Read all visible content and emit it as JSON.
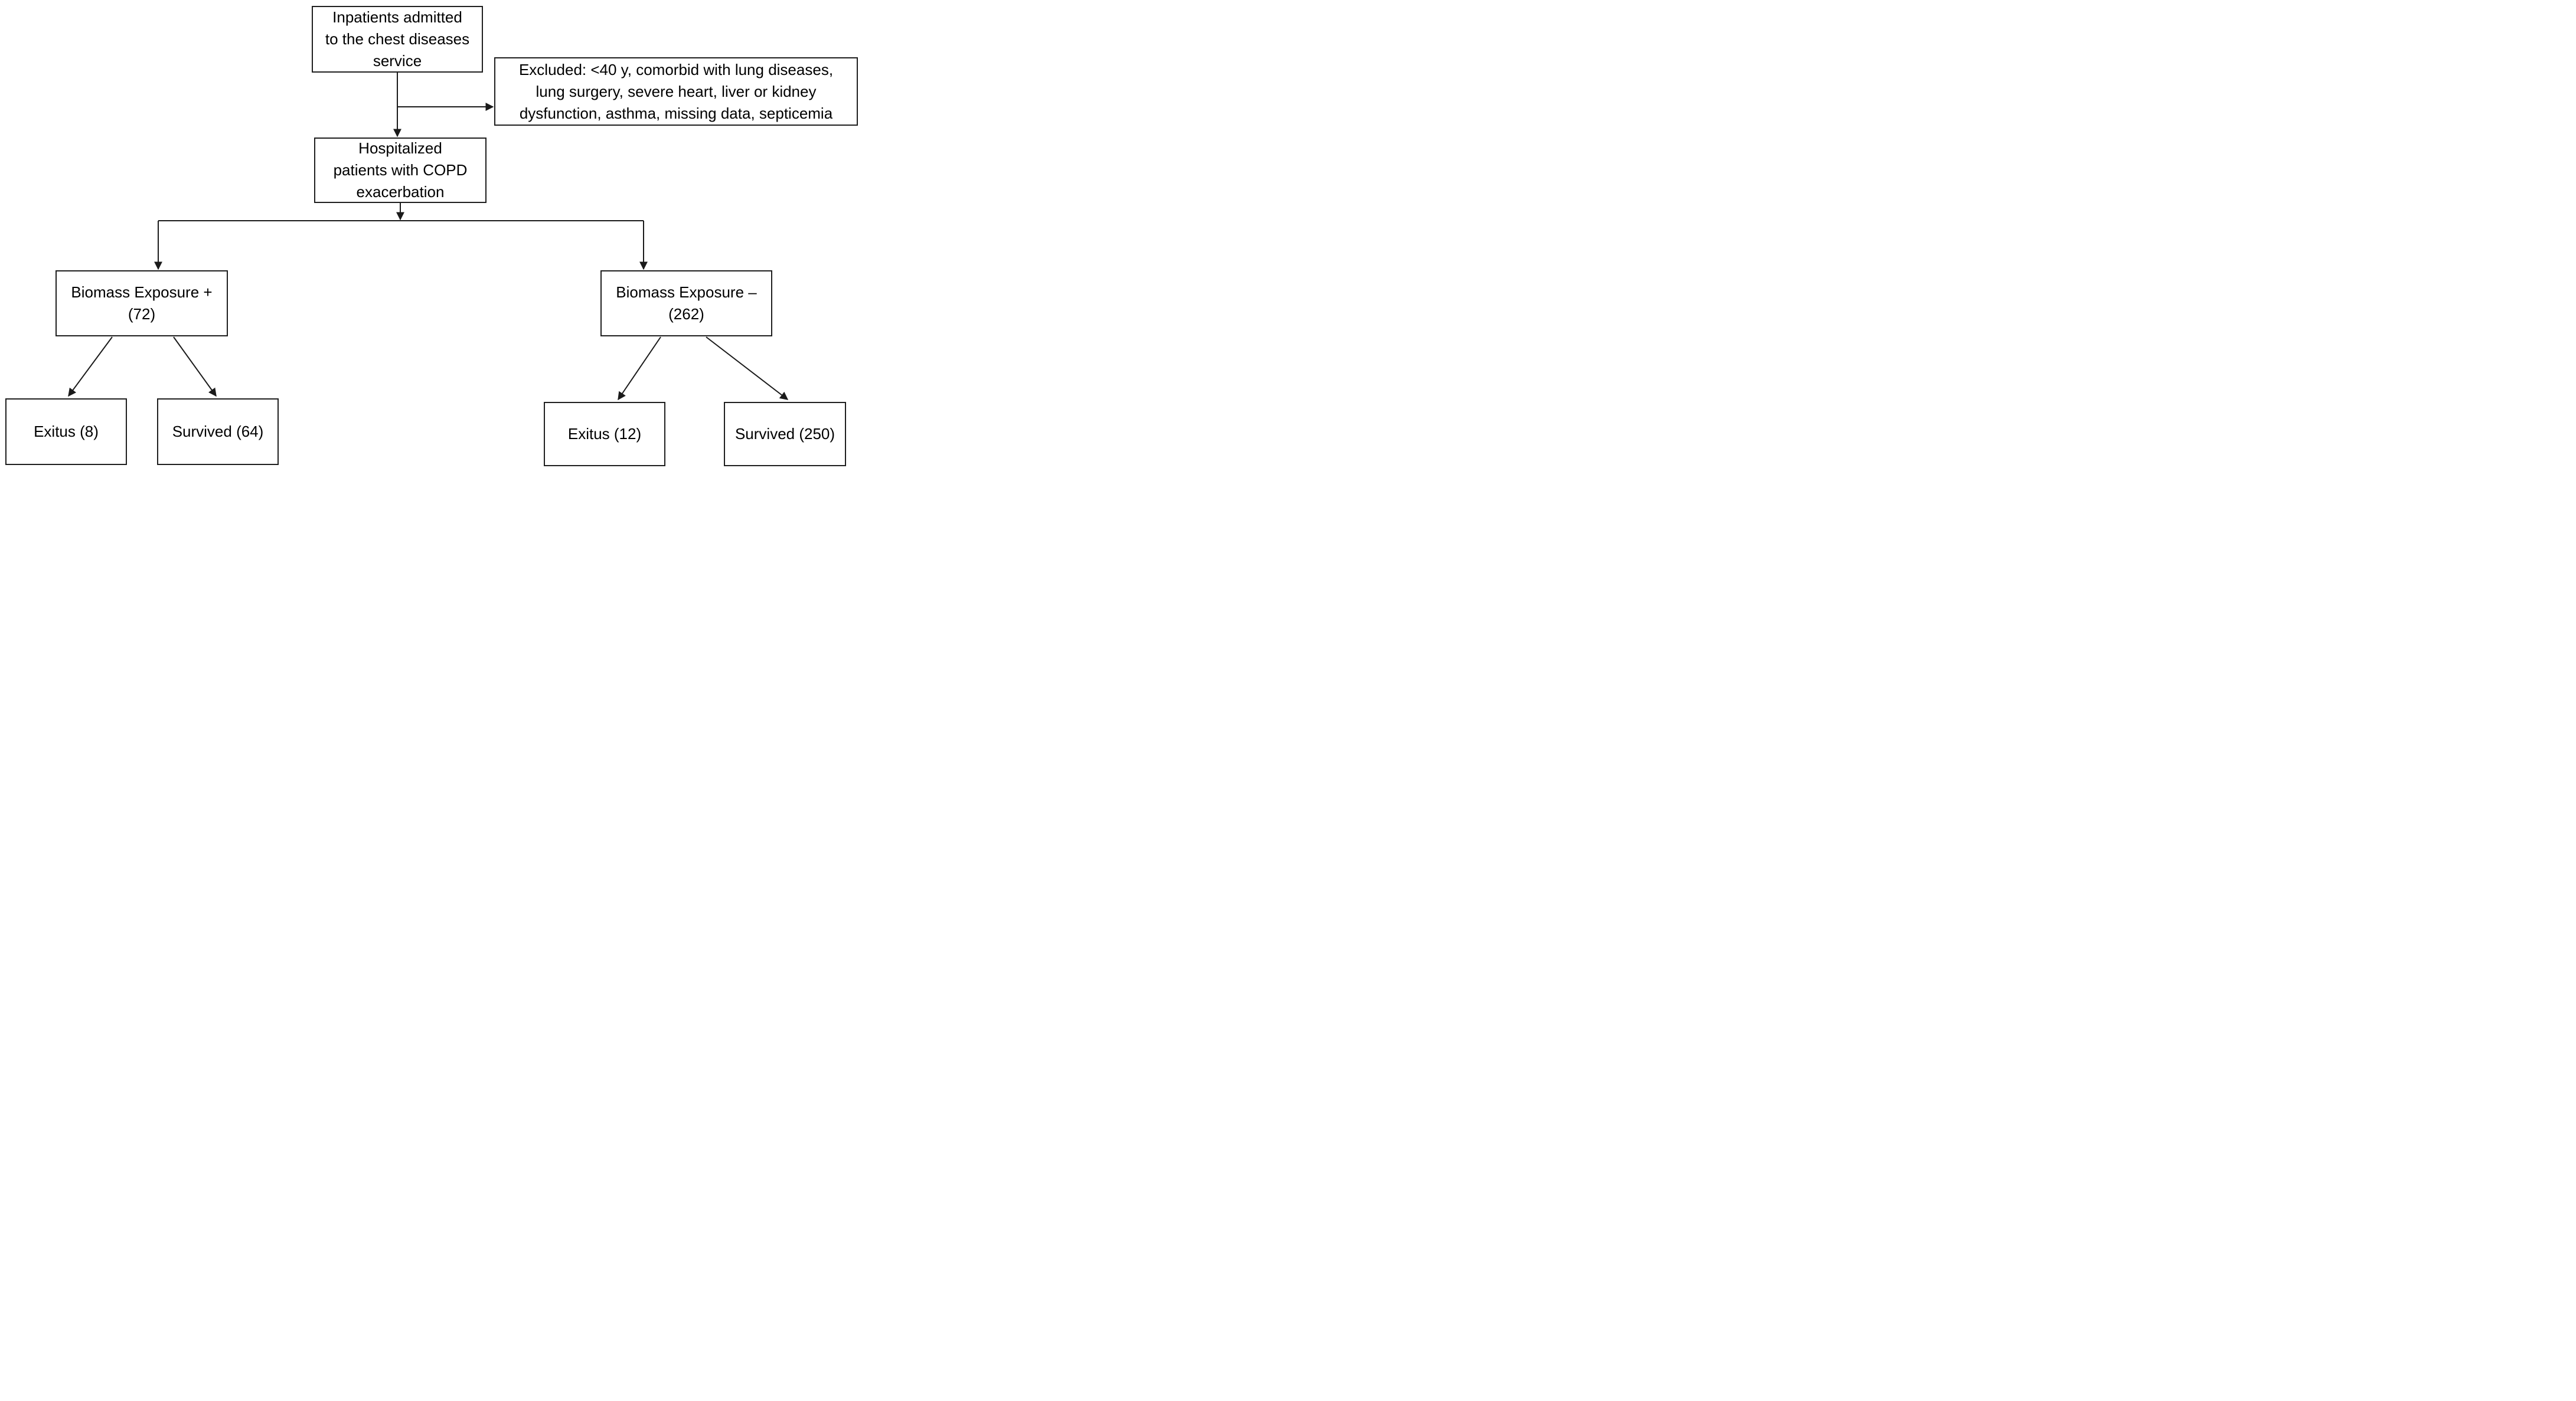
{
  "colors": {
    "border": "#1f1f1f",
    "text": "#000000",
    "background": "#ffffff",
    "line": "#1a1a1a"
  },
  "diagram": {
    "nodes": {
      "inpatients": {
        "lines": [
          "Inpatients admitted",
          "to the chest diseases",
          "service"
        ]
      },
      "excluded": {
        "lines": [
          "Excluded: <40 y, comorbid with lung diseases,",
          "lung surgery, severe heart, liver or kidney",
          "dysfunction, asthma, missing data, septicemia"
        ]
      },
      "hospitalized": {
        "lines": [
          "Hospitalized",
          "patients with COPD",
          "exacerbation"
        ]
      },
      "biomass_positive": {
        "lines": [
          "Biomass Exposure +",
          "(72)"
        ],
        "count": 72
      },
      "biomass_negative": {
        "lines": [
          "Biomass Exposure –",
          "(262)"
        ],
        "count": 262
      },
      "exitus_positive": {
        "lines": [
          "Exitus (8)"
        ],
        "count": 8
      },
      "survived_positive": {
        "lines": [
          "Survived (64)"
        ],
        "count": 64
      },
      "exitus_negative": {
        "lines": [
          "Exitus (12)"
        ],
        "count": 12
      },
      "survived_negative": {
        "lines": [
          "Survived (250)"
        ],
        "count": 250
      }
    },
    "edges": [
      {
        "from": "inpatients",
        "to": "hospitalized"
      },
      {
        "from": "inpatients",
        "to": "excluded"
      },
      {
        "from": "hospitalized",
        "to": "biomass_positive"
      },
      {
        "from": "hospitalized",
        "to": "biomass_negative"
      },
      {
        "from": "biomass_positive",
        "to": "exitus_positive"
      },
      {
        "from": "biomass_positive",
        "to": "survived_positive"
      },
      {
        "from": "biomass_negative",
        "to": "exitus_negative"
      },
      {
        "from": "biomass_negative",
        "to": "survived_negative"
      }
    ]
  }
}
